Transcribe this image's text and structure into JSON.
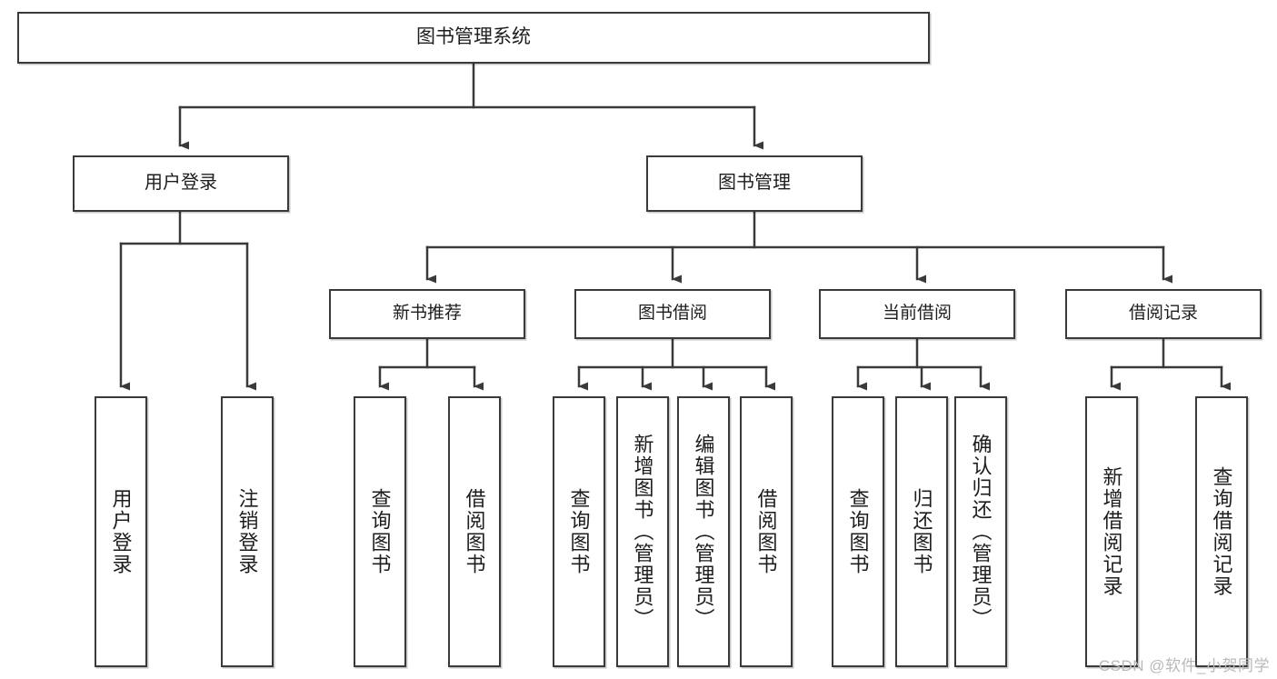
{
  "diagram": {
    "title": "图书管理系统",
    "type": "tree-structure-chart",
    "watermark": "CSDN @软件_小贺同学",
    "colors": {
      "box_border": "#3a3a3a",
      "box_fill": "#ffffff",
      "connector": "#3a3a3a",
      "text": "#1d1d1d",
      "watermark": "#b9b9b9"
    },
    "nodes": {
      "root": {
        "label": "图书管理系统"
      },
      "level1": [
        {
          "id": "user-login",
          "label": "用户登录"
        },
        {
          "id": "book-manage",
          "label": "图书管理"
        }
      ],
      "level2": [
        {
          "id": "new-book-recommend",
          "label": "新书推荐"
        },
        {
          "id": "book-borrow",
          "label": "图书借阅"
        },
        {
          "id": "current-borrow",
          "label": "当前借阅"
        },
        {
          "id": "borrow-record",
          "label": "借阅记录"
        }
      ],
      "leaves": {
        "user_login": [
          {
            "id": "leaf-user-login",
            "label": "用户登录"
          },
          {
            "id": "leaf-logout",
            "label": "注销登录"
          }
        ],
        "new_book_recommend": [
          {
            "id": "leaf-query-book-1",
            "label": "查询图书"
          },
          {
            "id": "leaf-borrow-book-1",
            "label": "借阅图书"
          }
        ],
        "book_borrow": [
          {
            "id": "leaf-query-book-2",
            "label": "查询图书"
          },
          {
            "id": "leaf-add-book",
            "label": "新增图书（管理员）"
          },
          {
            "id": "leaf-edit-book",
            "label": "编辑图书（管理员）"
          },
          {
            "id": "leaf-borrow-book-2",
            "label": "借阅图书"
          }
        ],
        "current_borrow": [
          {
            "id": "leaf-query-book-3",
            "label": "查询图书"
          },
          {
            "id": "leaf-return-book",
            "label": "归还图书"
          },
          {
            "id": "leaf-confirm-return",
            "label": "确认归还（管理员）"
          }
        ],
        "borrow_record": [
          {
            "id": "leaf-add-record",
            "label": "新增借阅记录"
          },
          {
            "id": "leaf-query-record",
            "label": "查询借阅记录"
          }
        ]
      }
    }
  }
}
